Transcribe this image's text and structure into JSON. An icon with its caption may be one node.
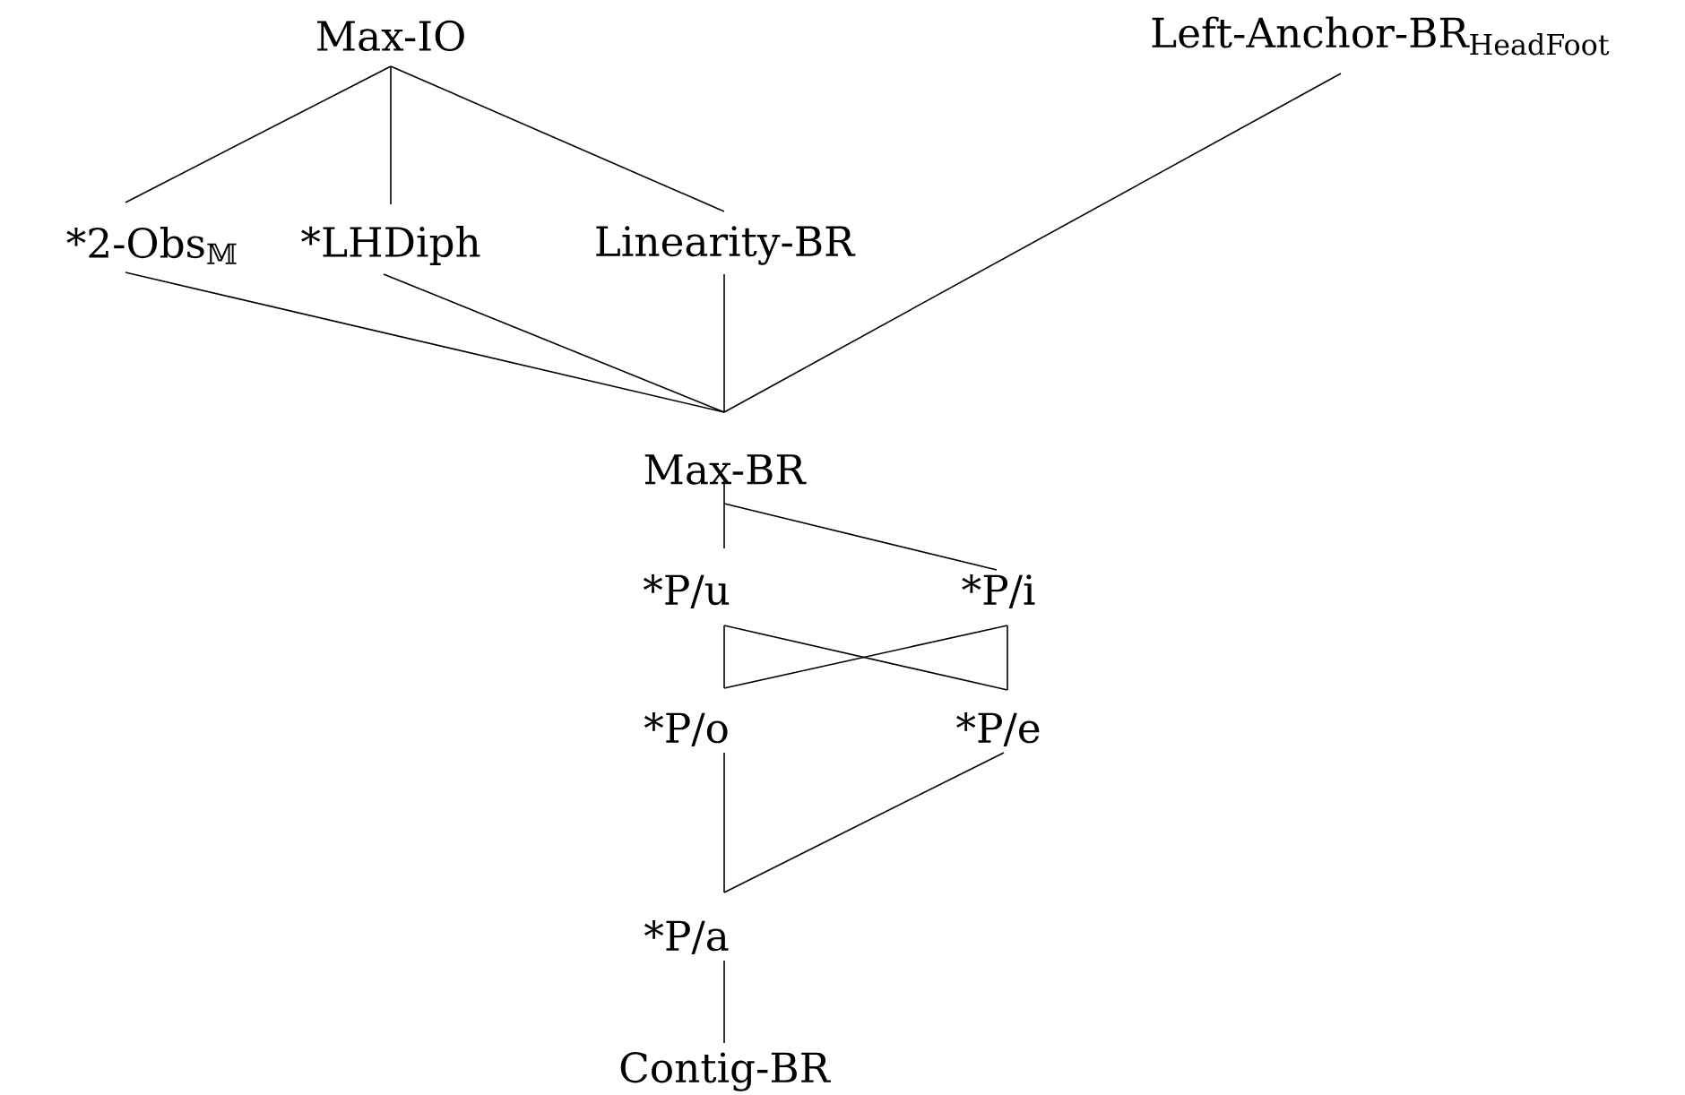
{
  "diagram": {
    "nodes": [
      {
        "text": [
          "Max-IO"
        ]
      },
      {
        "text": [
          "Left-Anchor-BR$_{HeadFoot}$"
        ]
      },
      {
        "text": [
          "*2-Obs$_{𝕄}$"
        ]
      },
      {
        "text": [
          "*LHDiph"
        ]
      },
      {
        "text": [
          "Linearity-BR"
        ]
      },
      {
        "text": [
          "Max-BR"
        ]
      },
      {
        "text": [
          "*P/u"
        ]
      },
      {
        "text": [
          "*P/i"
        ]
      },
      {
        "text": [
          "*P/o"
        ]
      },
      {
        "text": [
          "*P/e"
        ]
      },
      {
        "text": [
          "*P/a"
        ]
      },
      {
        "text": [
          "Contig-BR"
        ]
      }
    ],
    "edges": [
      {
        "from": 0,
        "to": 2,
        "arrow": "none"
      },
      {
        "from": 0,
        "to": 3,
        "arrow": "none"
      },
      {
        "from": 0,
        "to": 4,
        "arrow": "none"
      },
      {
        "from": 2,
        "to": 5,
        "arrow": "none"
      },
      {
        "from": 3,
        "to": 5,
        "arrow": "none"
      },
      {
        "from": 4,
        "to": 5,
        "arrow": "none"
      },
      {
        "from": 1,
        "to": 5,
        "arrow": "none"
      },
      {
        "from": 5,
        "to": 6,
        "arrow": "none"
      },
      {
        "from": 5,
        "to": 7,
        "arrow": "none"
      },
      {
        "from": 6,
        "to": 8,
        "arrow": "none"
      },
      {
        "from": 6,
        "to": 9,
        "arrow": "none"
      },
      {
        "from": 7,
        "to": 8,
        "arrow": "none"
      },
      {
        "from": 7,
        "to": 9,
        "arrow": "none"
      },
      {
        "from": 8,
        "to": 10,
        "arrow": "none"
      },
      {
        "from": 9,
        "to": 10,
        "arrow": "none"
      },
      {
        "from": 10,
        "to": 11,
        "arrow": "none"
      }
    ]
  }
}
